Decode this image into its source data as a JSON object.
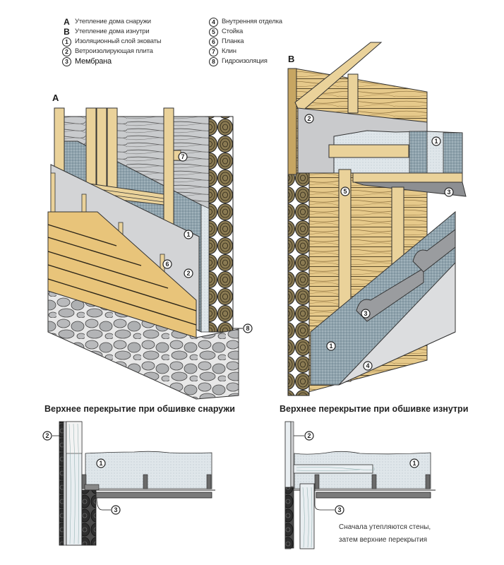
{
  "legend": {
    "left": [
      {
        "key": "A",
        "type": "letter",
        "label": "Утепление дома снаружи"
      },
      {
        "key": "B",
        "type": "letter",
        "label": "Утепление дома изнутри"
      },
      {
        "key": "1",
        "type": "circle",
        "label": "Изоляционный слой эковаты"
      },
      {
        "key": "2",
        "type": "circle",
        "label": "Ветроизолирующая плита"
      },
      {
        "key": "3",
        "type": "circle",
        "label": "Мембрана"
      }
    ],
    "right": [
      {
        "key": "4",
        "type": "circle",
        "label": "Внутренняя отделка"
      },
      {
        "key": "5",
        "type": "circle",
        "label": "Стойка"
      },
      {
        "key": "6",
        "type": "circle",
        "label": "Планка"
      },
      {
        "key": "7",
        "type": "circle",
        "label": "Клин"
      },
      {
        "key": "8",
        "type": "circle",
        "label": "Гидроизоляция"
      }
    ]
  },
  "figures": {
    "a": {
      "label": "A",
      "callouts": [
        "1",
        "2",
        "6",
        "7",
        "8"
      ]
    },
    "b": {
      "label": "B",
      "callouts": [
        "1",
        "2",
        "3",
        "4",
        "5"
      ]
    }
  },
  "sections": {
    "outside": {
      "title": "Верхнее перекрытие при обшивке снаружи",
      "callouts": [
        "1",
        "2",
        "3"
      ]
    },
    "inside": {
      "title": "Верхнее перекрытие при обшивке изнутри",
      "callouts": [
        "1",
        "2",
        "3"
      ],
      "note_line1": "Сначала утепляются стены,",
      "note_line2": "затем верхние перекрытия"
    }
  },
  "colors": {
    "wood": "#e8c47a",
    "insulation": "#8fa3ad",
    "wind_board": "#d5d6d8",
    "stone": "#b8b9bb",
    "log": "#6b5a3a"
  }
}
